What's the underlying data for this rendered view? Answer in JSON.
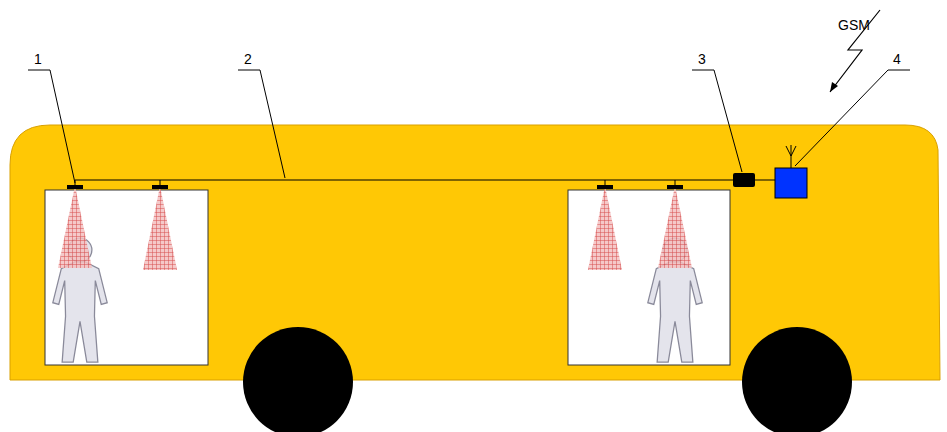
{
  "diagram": {
    "labels": [
      "1",
      "2",
      "3",
      "4",
      "GSM"
    ]
  }
}
